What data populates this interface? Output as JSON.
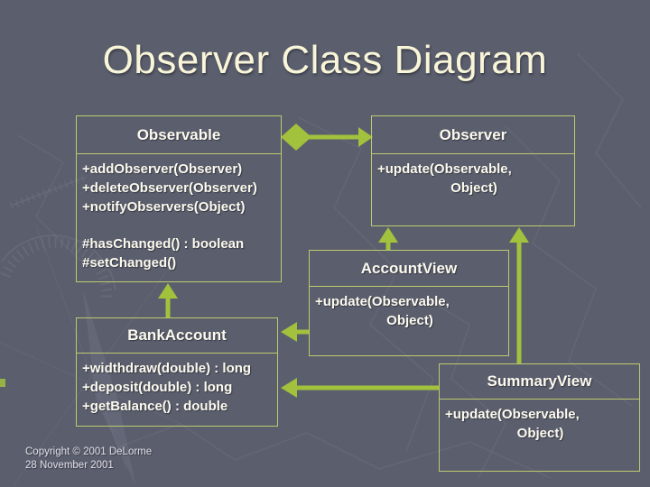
{
  "slide": {
    "title": "Observer Class Diagram",
    "footer": {
      "line1": "Copyright © 2001 DeLorme",
      "line2": "28 November 2001"
    }
  },
  "colors": {
    "background": "#5b5e6d",
    "box_border": "#bdca6e",
    "arrow": "#a2c13d",
    "title_text": "#f8f5d8",
    "box_text": "#fcfaee",
    "footer_text": "#e0e0e8"
  },
  "classes": {
    "observable": {
      "name": "Observable",
      "methods_public": [
        "+addObserver(Observer)",
        "+deleteObserver(Observer)",
        "+notifyObservers(Object)"
      ],
      "methods_protected": [
        "#hasChanged() : boolean",
        "#setChanged()"
      ]
    },
    "observer": {
      "name": "Observer",
      "method_line1": "+update(Observable,",
      "method_line2": "Object)"
    },
    "account_view": {
      "name": "AccountView",
      "method_line1": "+update(Observable,",
      "method_line2": "Object)"
    },
    "bank_account": {
      "name": "BankAccount",
      "methods": [
        "+widthdraw(double) : long",
        "+deposit(double) : long",
        "+getBalance() : double"
      ]
    },
    "summary_view": {
      "name": "SummaryView",
      "method_line1": "+update(Observable,",
      "method_line2": "Object)"
    }
  },
  "relationships": [
    {
      "from": "Observable",
      "to": "Observer",
      "type": "aggregation-with-arrow"
    },
    {
      "from": "BankAccount",
      "to": "Observable",
      "type": "arrow"
    },
    {
      "from": "AccountView",
      "to": "Observer",
      "type": "arrow"
    },
    {
      "from": "SummaryView",
      "to": "Observer",
      "type": "arrow"
    },
    {
      "from": "AccountView",
      "to": "BankAccount",
      "type": "arrow"
    },
    {
      "from": "SummaryView",
      "to": "BankAccount",
      "type": "arrow"
    }
  ]
}
